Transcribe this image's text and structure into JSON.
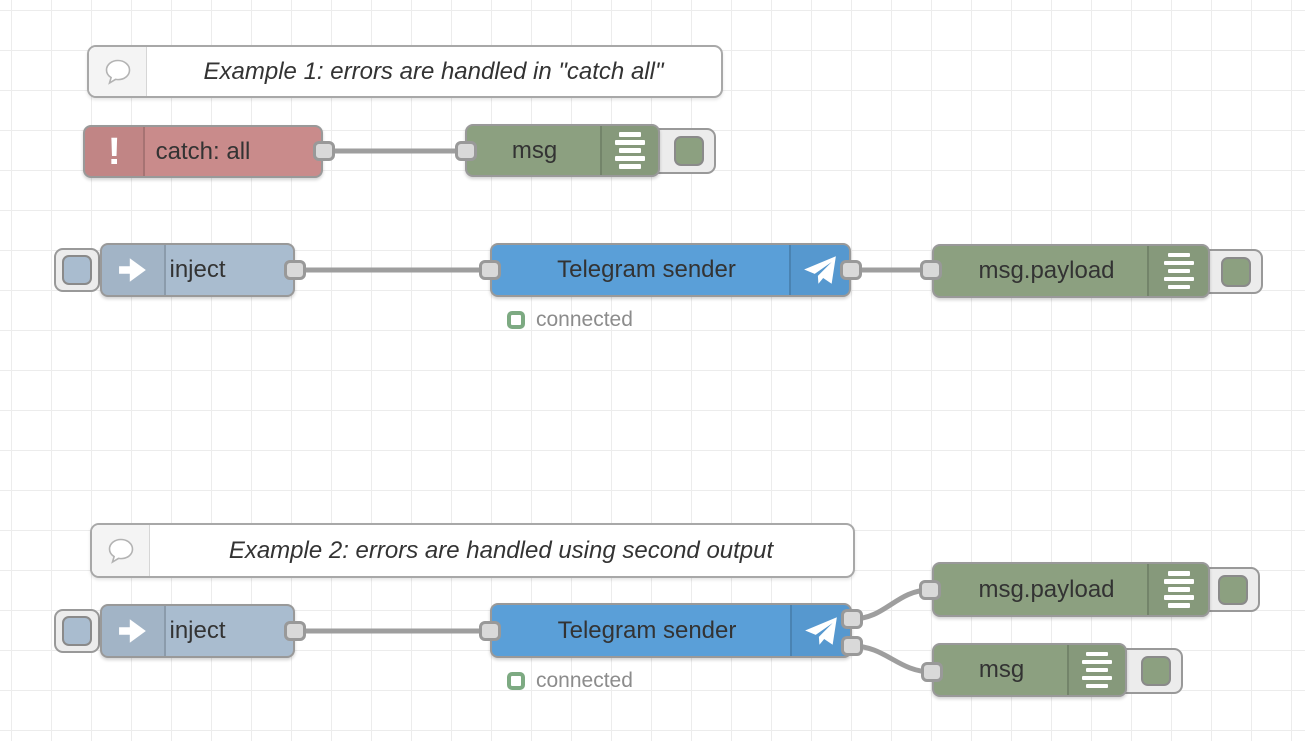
{
  "colors": {
    "canvas-bg": "#ffffff",
    "grid": "#ececec",
    "catch": "#c98b8b",
    "inject": "#a9bccf",
    "telegram": "#5a9fd8",
    "debug": "#8ca080",
    "wire": "#9e9e9e",
    "port-fill": "#d9d9d9",
    "port-border": "#999999",
    "node-border": "#999999",
    "label": "#333333",
    "status-green": "#7daa82",
    "status-text": "#8c8c8c"
  },
  "comments": {
    "comment1": {
      "label": "Example 1: errors are handled in \"catch all\""
    },
    "comment2": {
      "label": "Example 2: errors are handled using second output"
    }
  },
  "nodes": {
    "catch": {
      "label": "catch: all"
    },
    "debug_msg_example1": {
      "label": "msg"
    },
    "inject_example1": {
      "label": "inject"
    },
    "telegram_example1": {
      "label": "Telegram sender",
      "status": "connected"
    },
    "debug_payload_example1": {
      "label": "msg.payload"
    },
    "inject_example2": {
      "label": "inject"
    },
    "telegram_example2": {
      "label": "Telegram sender",
      "status": "connected"
    },
    "debug_payload_example2": {
      "label": "msg.payload"
    },
    "debug_msg_example2": {
      "label": "msg"
    }
  },
  "icons": {
    "exclamation": "!"
  }
}
